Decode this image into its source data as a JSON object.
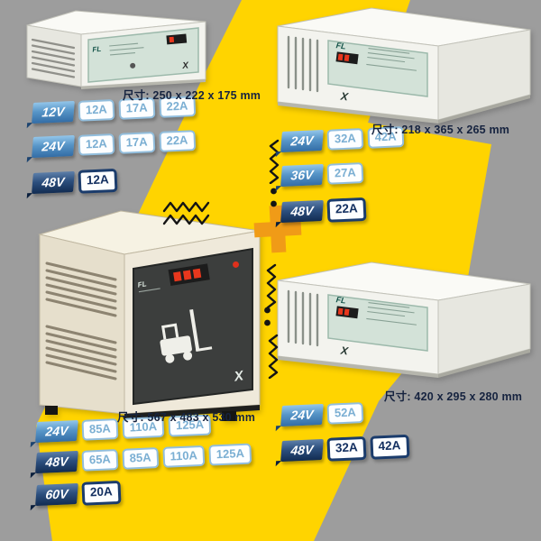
{
  "colors": {
    "background": "#9d9d9d",
    "highlight": "#ffd400",
    "ribbon_blue": "#3f78b0",
    "ribbon_navy": "#16355e",
    "chip_blue": "#7bafd3",
    "chip_navy": "#143061",
    "plus_orange": "#f09b17",
    "dimension_text": "#16233f"
  },
  "plus_symbol": "+",
  "devices": [
    {
      "id": "small-charger",
      "brand": "FL",
      "logo": "X",
      "dim": "尺寸: 250 x 222 x 175 mm"
    },
    {
      "id": "tall-charger",
      "brand": "FL",
      "logo": "X",
      "dim": "尺寸: 218 x 365 x 265 mm"
    },
    {
      "id": "main-charger",
      "brand": "FL",
      "logo": "X",
      "dim": "尺寸: 567 x 483 x 530 mm"
    },
    {
      "id": "mid-charger",
      "brand": "FL",
      "logo": "X",
      "dim": "尺寸: 420 x 295 x 280 mm"
    }
  ],
  "spec_groups": [
    {
      "id": "small-charger-specs",
      "rows": [
        {
          "voltage": "12V",
          "style": "light",
          "amps": [
            {
              "label": "12A",
              "style": "light"
            },
            {
              "label": "17A",
              "style": "light"
            },
            {
              "label": "22A",
              "style": "light"
            }
          ]
        },
        {
          "voltage": "24V",
          "style": "light",
          "amps": [
            {
              "label": "12A",
              "style": "light"
            },
            {
              "label": "17A",
              "style": "light"
            },
            {
              "label": "22A",
              "style": "light"
            }
          ]
        },
        {
          "voltage": "48V",
          "style": "dark",
          "amps": [
            {
              "label": "12A",
              "style": "bold"
            }
          ]
        }
      ]
    },
    {
      "id": "tall-charger-specs",
      "rows": [
        {
          "voltage": "24V",
          "style": "light",
          "amps": [
            {
              "label": "32A",
              "style": "light"
            },
            {
              "label": "42A",
              "style": "light"
            }
          ]
        },
        {
          "voltage": "36V",
          "style": "light",
          "amps": [
            {
              "label": "27A",
              "style": "light"
            }
          ]
        },
        {
          "voltage": "48V",
          "style": "dark",
          "amps": [
            {
              "label": "22A",
              "style": "bold"
            }
          ]
        }
      ]
    },
    {
      "id": "main-charger-specs",
      "rows": [
        {
          "voltage": "24V",
          "style": "light",
          "amps": [
            {
              "label": "85A",
              "style": "light"
            },
            {
              "label": "110A",
              "style": "light"
            },
            {
              "label": "125A",
              "style": "light"
            }
          ]
        },
        {
          "voltage": "48V",
          "style": "dark",
          "amps": [
            {
              "label": "65A",
              "style": "light"
            },
            {
              "label": "85A",
              "style": "light"
            },
            {
              "label": "110A",
              "style": "light"
            },
            {
              "label": "125A",
              "style": "light"
            }
          ]
        },
        {
          "voltage": "60V",
          "style": "dark",
          "amps": [
            {
              "label": "20A",
              "style": "bold"
            }
          ]
        }
      ]
    },
    {
      "id": "mid-charger-specs",
      "rows": [
        {
          "voltage": "24V",
          "style": "light",
          "amps": [
            {
              "label": "52A",
              "style": "light"
            }
          ]
        },
        {
          "voltage": "48V",
          "style": "dark",
          "amps": [
            {
              "label": "32A",
              "style": "bold"
            },
            {
              "label": "42A",
              "style": "bold"
            }
          ]
        }
      ]
    }
  ]
}
